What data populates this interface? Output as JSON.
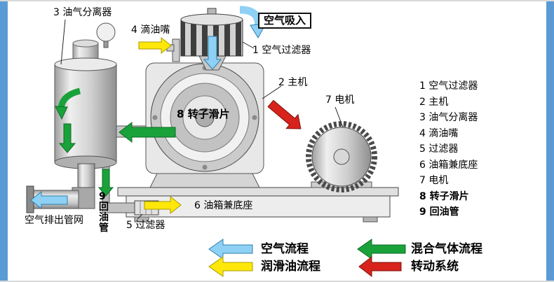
{
  "colors": {
    "side_bar": "#5b9bd5",
    "air_flow": "#8ed1f5",
    "mixed_gas_flow": "#1aa23a",
    "oil_flow": "#ffe70a",
    "rotation": "#d8231d"
  },
  "diagram_labels": {
    "separator": "3 油气分离器",
    "dripper": "4 滴油嘴",
    "air_intake": "空气吸入",
    "air_filter": "1 空气过滤器",
    "main_unit": "2 主机",
    "motor": "7 电机",
    "rotor_vane": "8 转子滑片",
    "oil_tank_base": "6 油箱兼底座",
    "filter": "5 过滤器",
    "oil_return_pipe": "9回油管",
    "air_discharge": "空气排出管网"
  },
  "parts_list": {
    "items": [
      "1 空气过滤器",
      "2 主机",
      "3 油气分离器",
      "4 滴油嘴",
      "5 过滤器",
      "6 油箱兼底座",
      "7 电机",
      "8 转子滑片",
      "9 回油管"
    ]
  },
  "flow_legend": {
    "air": {
      "label": "空气流程"
    },
    "mixed_gas": {
      "label": "混合气体流程"
    },
    "oil": {
      "label": "润滑油流程"
    },
    "rotation": {
      "label": "转动系统"
    }
  }
}
